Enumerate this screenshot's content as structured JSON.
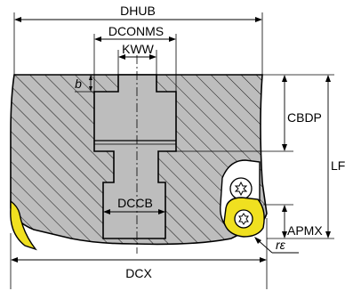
{
  "labels": {
    "dhub": "DHUB",
    "dconms": "DCONMS",
    "kww": "KWW",
    "b": "b",
    "cbdp": "CBDP",
    "lf": "LF",
    "dccb": "DCCB",
    "apmx": "APMX",
    "dcx": "DCX",
    "re": "rε"
  },
  "colors": {
    "body_fill": "#bdbdbd",
    "bore_fill": "#bdbdbd",
    "insert_fill": "#f0e020",
    "line": "#000000",
    "background": "#ffffff"
  }
}
